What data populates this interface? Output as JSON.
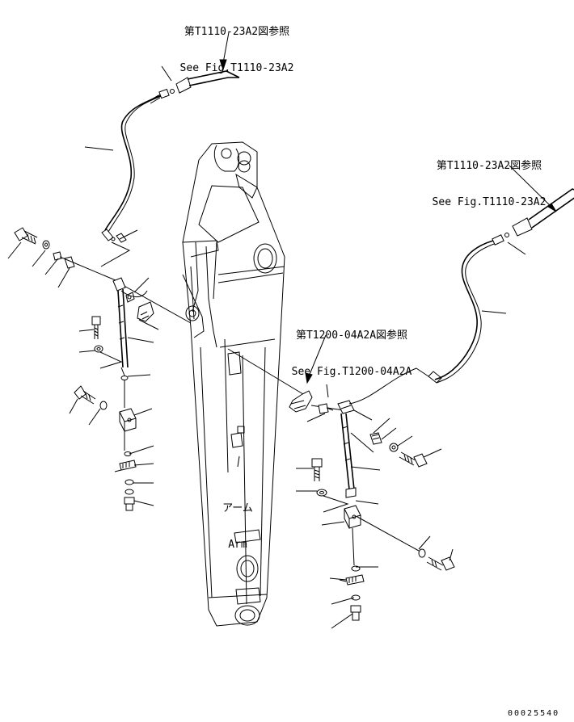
{
  "references": {
    "top": {
      "jp": "第T1110-23A2図参照",
      "en": "See Fig.T1110-23A2"
    },
    "right": {
      "jp": "第T1110-23A2図参照",
      "en": "See Fig.T1110-23A2"
    },
    "middle": {
      "jp": "第T1200-04A2A図参照",
      "en": "See Fig.T1200-04A2A"
    }
  },
  "arm_label": {
    "jp": "アーム",
    "en": "Arm"
  },
  "drawing_number": "00025540"
}
